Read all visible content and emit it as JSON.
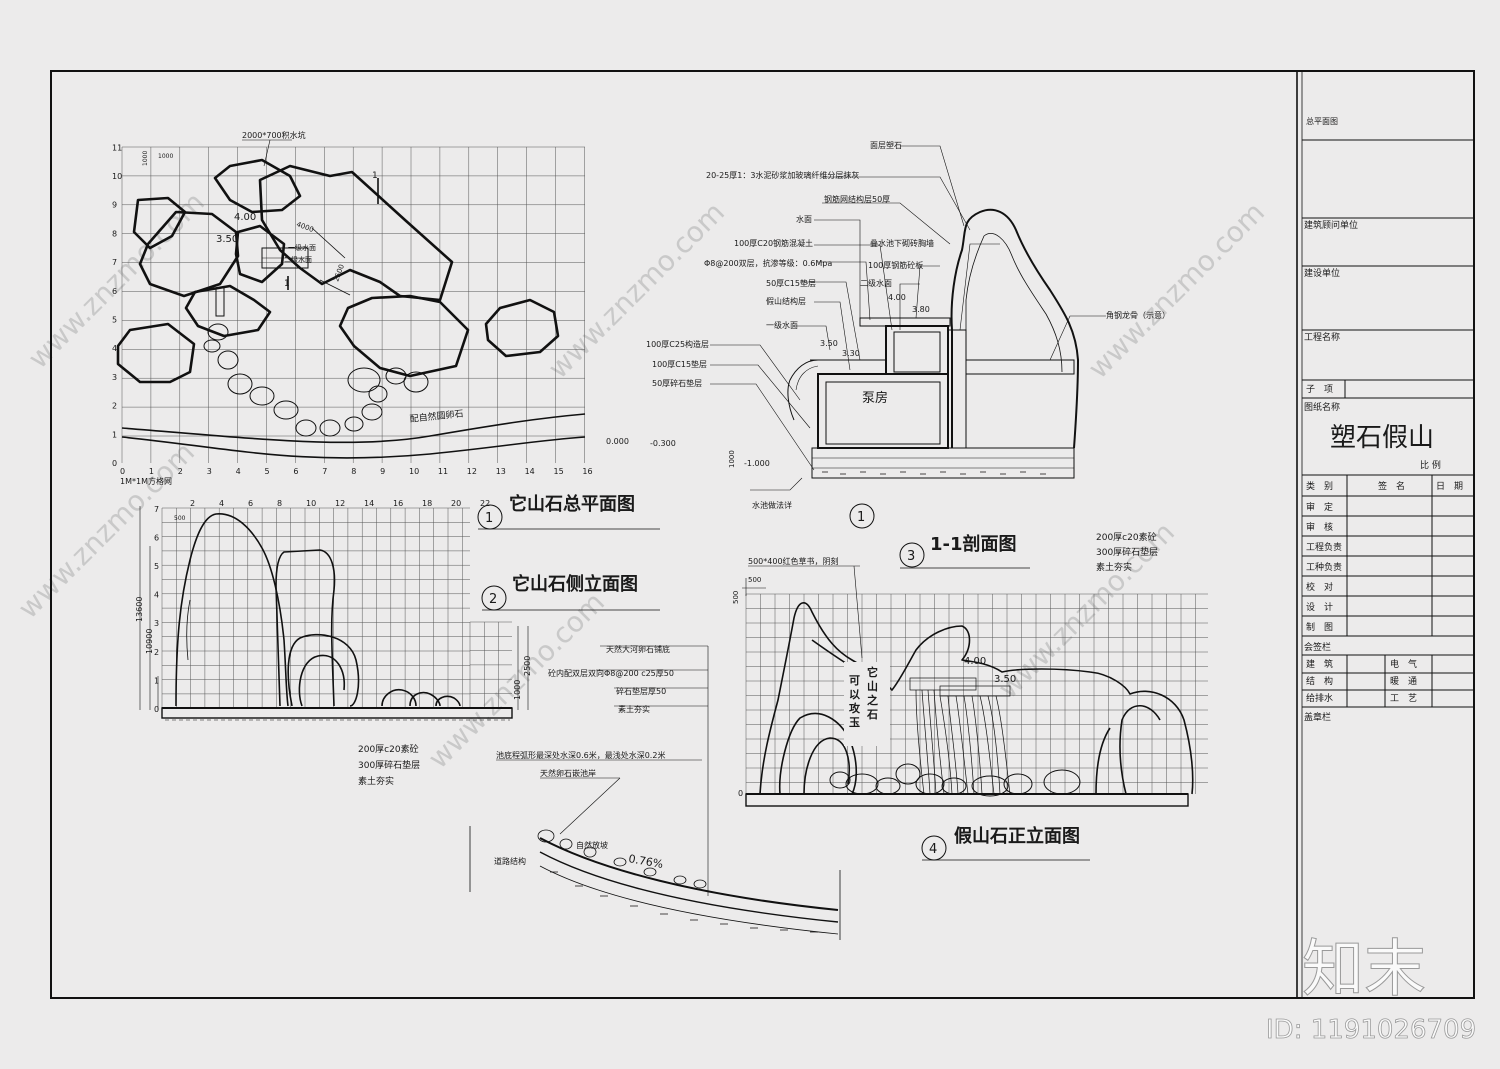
{
  "title_block": {
    "header": "总平面图",
    "consultant_label": "建筑顾问单位",
    "client_label": "建设单位",
    "project_label": "工程名称",
    "sub_item_label": "子　项",
    "drawing_name_label": "图纸名称",
    "drawing_name": "塑石假山",
    "scale_label": "比 例",
    "cols": [
      "类　别",
      "签　名",
      "日　期"
    ],
    "rows": [
      "审　定",
      "审　核",
      "工程负责",
      "工种负责",
      "校　对",
      "设　计",
      "制　图"
    ],
    "countersign_label": "会签栏",
    "disciplines": [
      [
        "建　筑",
        "电　气"
      ],
      [
        "结　构",
        "暖　通"
      ],
      [
        "给排水",
        "工　艺"
      ]
    ],
    "stamp_label": "盖章栏"
  },
  "plan": {
    "title_num": "1",
    "title": "它山石总平面图",
    "x_ticks": [
      "0",
      "1",
      "2",
      "3",
      "4",
      "5",
      "6",
      "7",
      "8",
      "9",
      "10",
      "11",
      "12",
      "13",
      "14",
      "15",
      "16"
    ],
    "y_ticks": [
      "0",
      "1",
      "2",
      "3",
      "4",
      "5",
      "6",
      "7",
      "8",
      "9",
      "10",
      "11"
    ],
    "grid_note": "1M*1M方格网",
    "pit_note": "2000*700积水坑",
    "pebble_note": "配自然圆卵石",
    "lvl1": "4.00",
    "lvl2": "3.50",
    "dim1": "4000",
    "dim2": "2500",
    "dim_top": "1000",
    "water1": "一级水面",
    "water2": "二级水面",
    "sec_mark": "1"
  },
  "side": {
    "title_num": "2",
    "title": "它山石侧立面图",
    "x_ticks": [
      "2",
      "4",
      "6",
      "8",
      "10",
      "12",
      "14",
      "16",
      "18",
      "20",
      "22"
    ],
    "y_ticks": [
      "0",
      "1",
      "2",
      "3",
      "4",
      "5",
      "6",
      "7"
    ],
    "dim_total": "13600",
    "dim_mid": "10900",
    "dim_low": "1000",
    "dim_top": "500",
    "dim_right": "2500",
    "notes": [
      "200厚c20素砼",
      "300厚碎石垫层",
      "素土夯实"
    ]
  },
  "section": {
    "title_num": "3",
    "title": "1-1剖面图",
    "left_notes": [
      "20-25厚1：3水泥砂浆加玻璃纤维分层抹灰",
      "钢筋网结构层50厚",
      "水面",
      "100厚C20钢筋混凝土",
      "Φ8@200双层，抗渗等级：0.6Mpa",
      "50厚C15垫层",
      "假山结构层",
      "一级水面",
      "100厚C25构造层",
      "100厚C15垫层",
      "50厚碎石垫层"
    ],
    "right_notes": [
      "面层塑石",
      "叠水池下砌砖胸墙",
      "100厚钢筋砼板",
      "二级水面",
      "角钢龙骨（示意）"
    ],
    "pump_room": "泵房",
    "lvl_a": "4.00",
    "lvl_b": "3.80",
    "lvl_c": "3.50",
    "lvl_d": "3.30",
    "lvl_zero": "0.000",
    "lvl_neg": "-0.300",
    "lvl_pit": "-1.000",
    "pit_dim": "1000",
    "pool_note": "水池做法详",
    "mark": "1"
  },
  "front": {
    "title_num": "4",
    "title": "假山石正立面图",
    "carving_note": "500*400红色草书，阴刻",
    "carving_text_1": "它山之石",
    "carving_text_2": "可以攻玉",
    "notes": [
      "200厚c20素砼",
      "300厚碎石垫层",
      "素土夯实"
    ],
    "dim_w": "500",
    "dim_h": "500",
    "lvl1": "4.00",
    "lvl2": "3.50",
    "zero": "0"
  },
  "pond": {
    "notes": [
      "天然大河卵石铺底",
      "砼内配双层双向Φ8@200 c25厚50",
      "碎石垫层厚50",
      "素土夯实"
    ],
    "title": "池底程弧形最深处水深0.6米，最浅处水深0.2米",
    "edge": "天然卵石嵌池岸",
    "slope": "自然放坡",
    "pct": "0.76%",
    "road": "道路结构"
  },
  "watermarks": {
    "brand": "知末",
    "id": "ID: 1191026709",
    "site": "www.znzmo.com"
  }
}
